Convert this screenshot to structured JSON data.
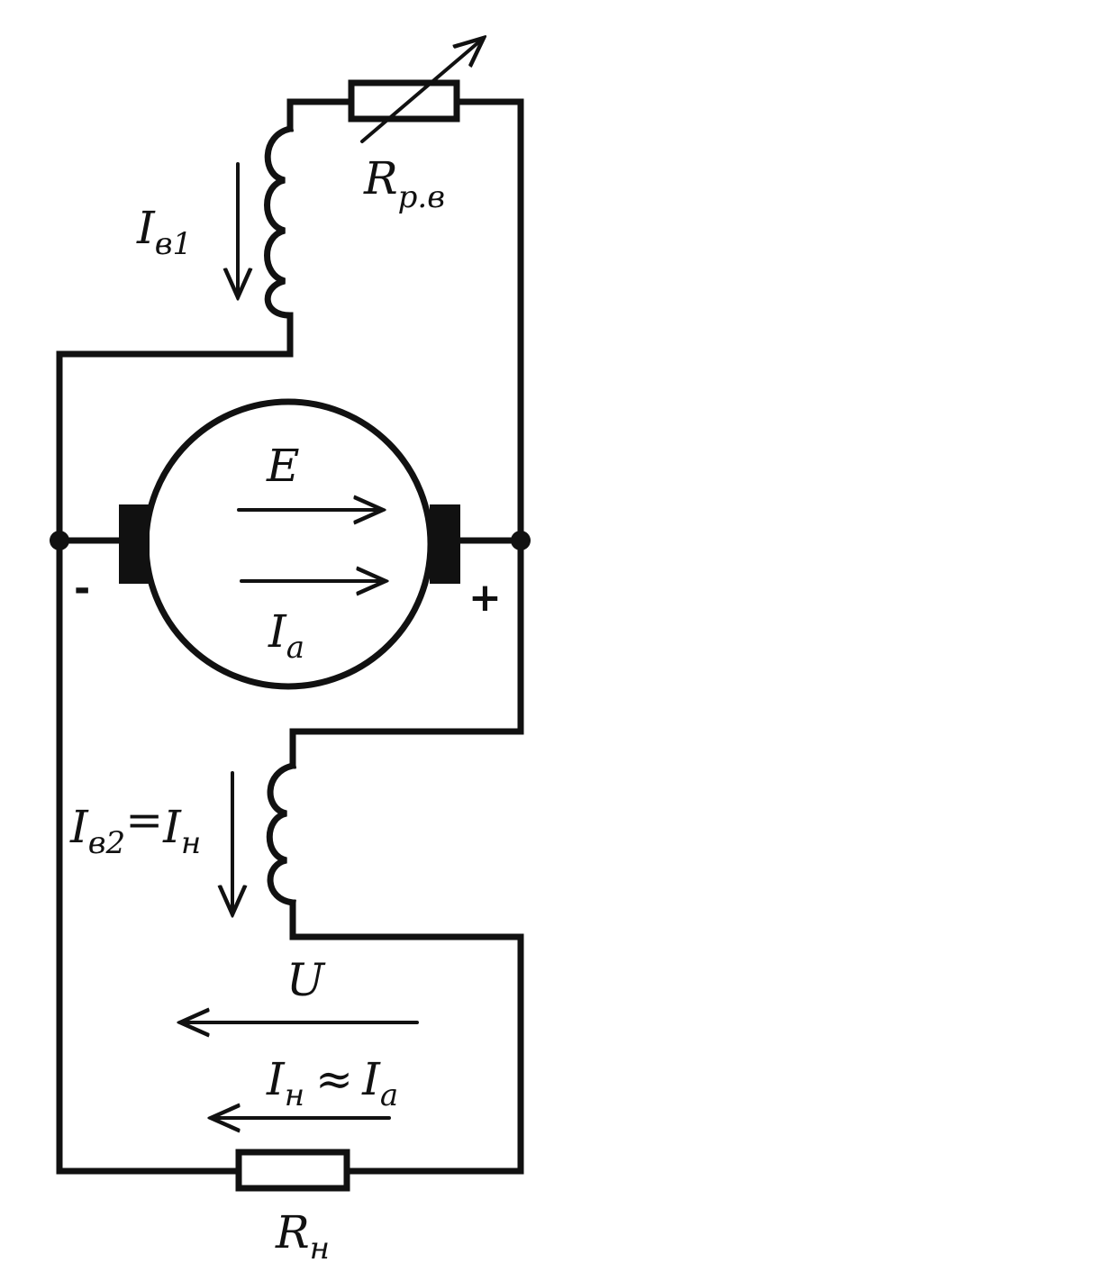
{
  "labels": {
    "rpv": {
      "main": "R",
      "sub": "р.в"
    },
    "ib1": {
      "main": "I",
      "sub": "в1"
    },
    "emf": "E",
    "ia": {
      "main": "I",
      "sub": "a"
    },
    "minus": "-",
    "plus": "+",
    "ib2": {
      "main": "I",
      "sub": "в2",
      "eq": "=",
      "main2": "I",
      "sub2": "н"
    },
    "u": "U",
    "ih_ia": {
      "main": "I",
      "sub": "н",
      "approx": "≈",
      "main2": "I",
      "sub2": "a"
    },
    "rn": {
      "main": "R",
      "sub": "н"
    }
  }
}
